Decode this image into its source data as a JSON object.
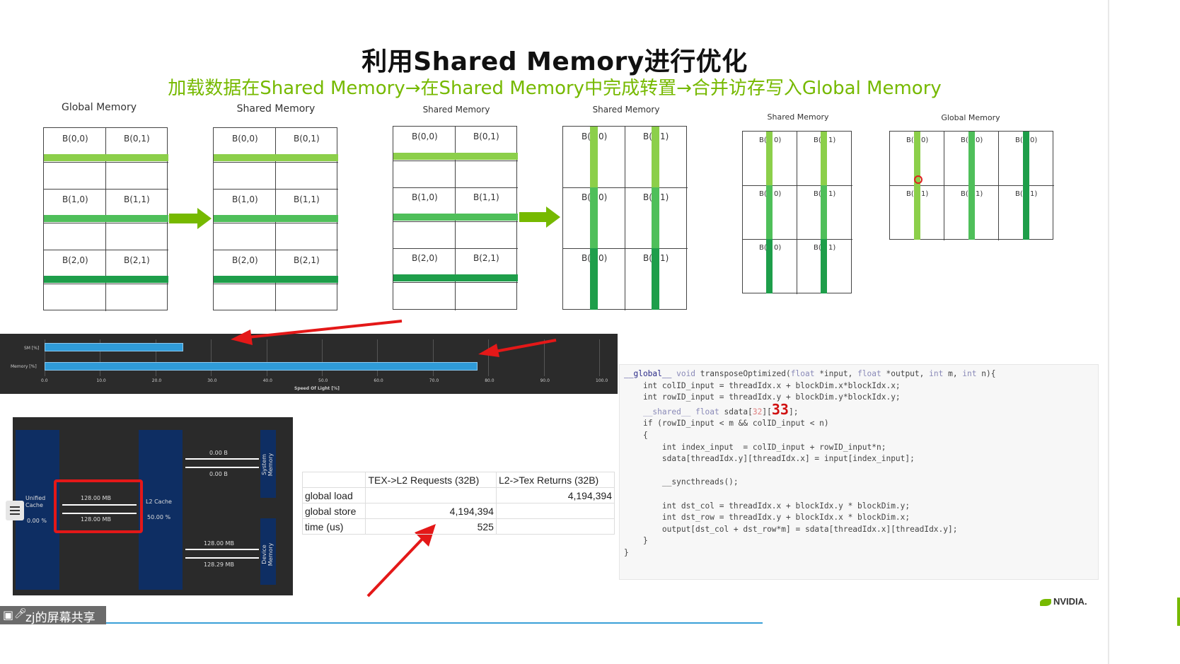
{
  "slide": {
    "title": "利用Shared Memory进行优化",
    "subtitle": "加载数据在Shared Memory→在Shared Memory中完成转置→合并访存写入Global Memory"
  },
  "diagrams": {
    "global_memory_label": "Global Memory",
    "shared_memory_label": "Shared Memory",
    "cells": [
      "B(0,0)",
      "B(0,1)",
      "B(1,0)",
      "B(1,1)",
      "B(2,0)",
      "B(2,1)"
    ],
    "partial_cells": [
      "B(",
      "0)",
      "B(",
      "1)"
    ],
    "colors": {
      "light_green": "#8ccf4a",
      "mid_green": "#4fbf5a",
      "dark_green": "#1e9e4a",
      "arrow_green": "#76b900"
    }
  },
  "speed_of_light": {
    "rows": [
      "SM [%]",
      "Memory [%]"
    ],
    "values": [
      25,
      78
    ],
    "ticks": [
      "0.0",
      "10.0",
      "20.0",
      "30.0",
      "40.0",
      "50.0",
      "60.0",
      "70.0",
      "80.0",
      "90.0",
      "100.0"
    ],
    "xlabel": "Speed Of Light [%]"
  },
  "memory_chart": {
    "unified_cache": "Unified Cache",
    "unified_pct": "0.00 %",
    "l2_cache": "L2 Cache",
    "l2_pct": "50.00 %",
    "system_memory": "System Memory",
    "device_memory": "Device Memory",
    "l1_l2_top": "128.00 MB",
    "l1_l2_bottom": "128.00 MB",
    "sys_top": "0.00 B",
    "sys_bottom": "0.00 B",
    "dev_top": "128.00 MB",
    "dev_bottom": "128.29 MB"
  },
  "table": {
    "headers": [
      "",
      "TEX->L2 Requests (32B)",
      "L2->Tex Returns (32B)"
    ],
    "rows": [
      [
        "global load",
        "",
        "4,194,394"
      ],
      [
        "global store",
        "4,194,394",
        ""
      ],
      [
        "time (us)",
        "525",
        ""
      ]
    ]
  },
  "code": {
    "l1_a": "__global__",
    "l1_b": " void",
    "l1_c": " transposeOptimized(",
    "l1_d": "float",
    "l1_e": " *input, ",
    "l1_f": "float",
    "l1_g": " *output, ",
    "l1_h": "int",
    "l1_i": " m, ",
    "l1_j": "int",
    "l1_k": " n){",
    "l2": "int colID_input = threadIdx.x + blockDim.x*blockIdx.x;",
    "l3": "int rowID_input = threadIdx.y + blockDim.y*blockIdx.y;",
    "l4_a": "__shared__",
    "l4_b": " float",
    "l4_c": " sdata[",
    "l4_d": "32",
    "l4_e": "][",
    "l4_f": "33",
    "l4_g": "];",
    "l5": "if (rowID_input < m && colID_input < n)",
    "l6": "{",
    "l7": "int index_input  = colID_input + rowID_input*n;",
    "l8": "sdata[threadIdx.y][threadIdx.x] = input[index_input];",
    "l9": "__syncthreads();",
    "l10": "int dst_col = threadIdx.x + blockIdx.y * blockDim.y;",
    "l11": "int dst_row = threadIdx.y + blockIdx.x * blockDim.x;",
    "l12": "output[dst_col + dst_row*m] = sdata[threadIdx.x][threadIdx.y];",
    "l13": "}",
    "l14": "}"
  },
  "footer": {
    "share_label": "zj的屏幕共享",
    "brand": "NVIDIA."
  }
}
